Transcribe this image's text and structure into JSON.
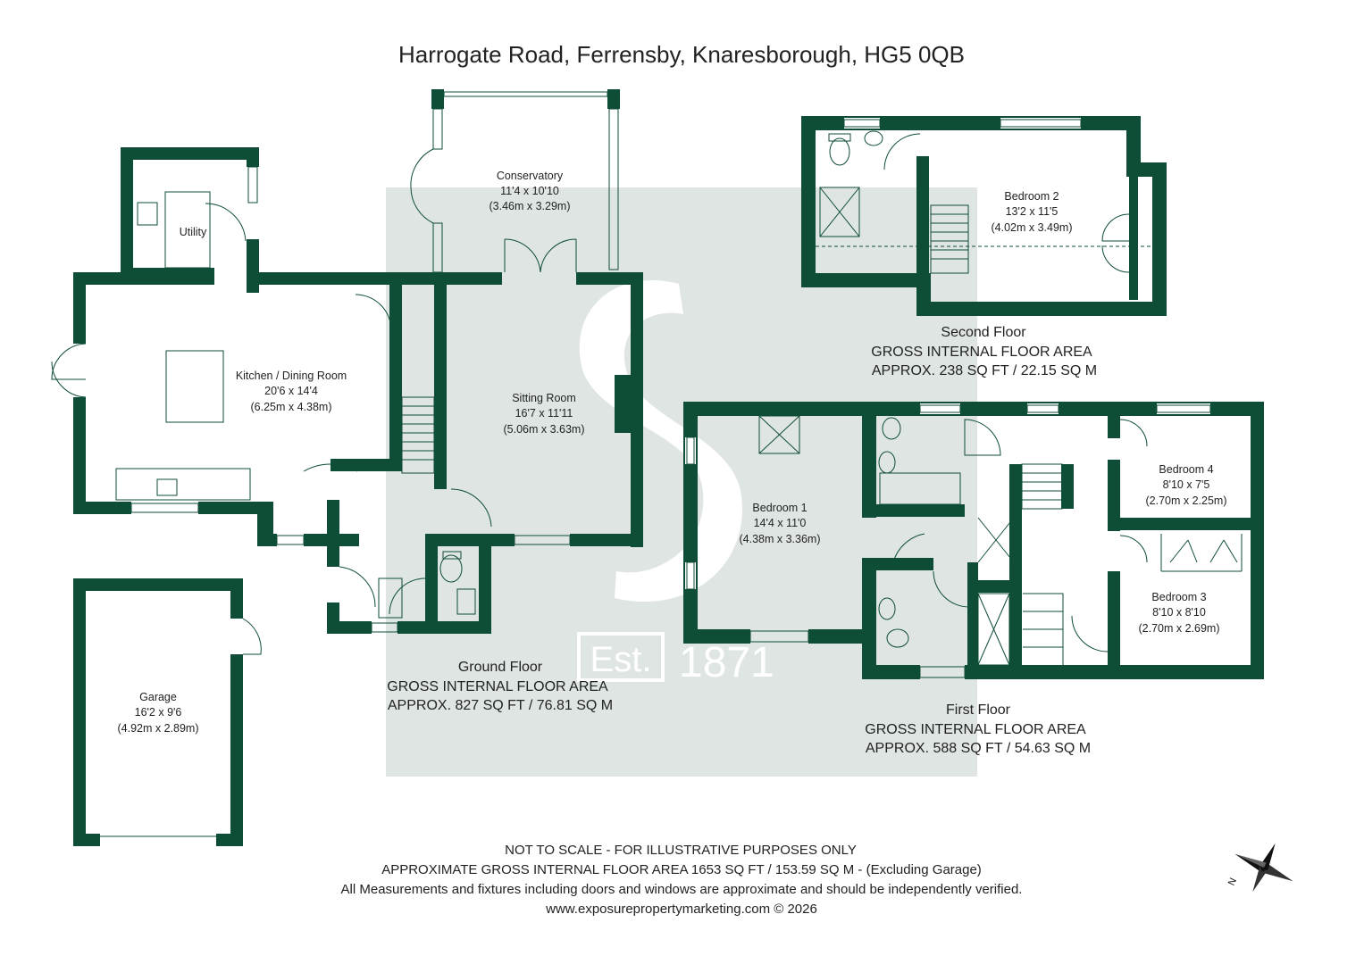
{
  "title": "Harrogate Road, Ferrensby, Knaresborough, HG5 0QB",
  "watermark": {
    "logo_text": "Est.",
    "year": "1871"
  },
  "rooms": {
    "conservatory": {
      "name": "Conservatory",
      "imperial": "11'4 x 10'10",
      "metric": "(3.46m x 3.29m)"
    },
    "utility": {
      "name": "Utility"
    },
    "kitchen": {
      "name": "Kitchen / Dining Room",
      "imperial": "20'6 x 14'4",
      "metric": "(6.25m x 4.38m)"
    },
    "sitting": {
      "name": "Sitting Room",
      "imperial": "16'7 x 11'11",
      "metric": "(5.06m x 3.63m)"
    },
    "garage": {
      "name": "Garage",
      "imperial": "16'2 x 9'6",
      "metric": "(4.92m x 2.89m)"
    },
    "bedroom1": {
      "name": "Bedroom 1",
      "imperial": "14'4 x 11'0",
      "metric": "(4.38m x 3.36m)"
    },
    "bedroom2": {
      "name": "Bedroom 2",
      "imperial": "13'2 x 11'5",
      "metric": "(4.02m x 3.49m)"
    },
    "bedroom3": {
      "name": "Bedroom 3",
      "imperial": "8'10 x 8'10",
      "metric": "(2.70m x 2.69m)"
    },
    "bedroom4": {
      "name": "Bedroom 4",
      "imperial": "8'10 x 7'5",
      "metric": "(2.70m x 2.25m)"
    }
  },
  "floors": {
    "ground": {
      "name": "Ground Floor",
      "label": "GROSS INTERNAL FLOOR AREA",
      "area": "APPROX. 827 SQ FT / 76.81 SQ M"
    },
    "first": {
      "name": "First Floor",
      "label": "GROSS INTERNAL FLOOR AREA",
      "area": "APPROX. 588 SQ FT / 54.63 SQ M"
    },
    "second": {
      "name": "Second Floor",
      "label": "GROSS INTERNAL FLOOR AREA",
      "area": "APPROX. 238 SQ FT / 22.15 SQ M"
    }
  },
  "footer": {
    "line1": "NOT TO SCALE - FOR ILLUSTRATIVE PURPOSES ONLY",
    "line2": "APPROXIMATE GROSS INTERNAL FLOOR AREA 1653 SQ FT / 153.59 SQ M - (Excluding Garage)",
    "line3": "All Measurements and fixtures including doors and windows are approximate and should be independently verified.",
    "line4": "www.exposurepropertymarketing.com © 2026"
  },
  "compass": {
    "icon": "compass-icon",
    "label": "N"
  },
  "colors": {
    "wall": "#0e4d36",
    "watermark": "#dfe5e2"
  }
}
